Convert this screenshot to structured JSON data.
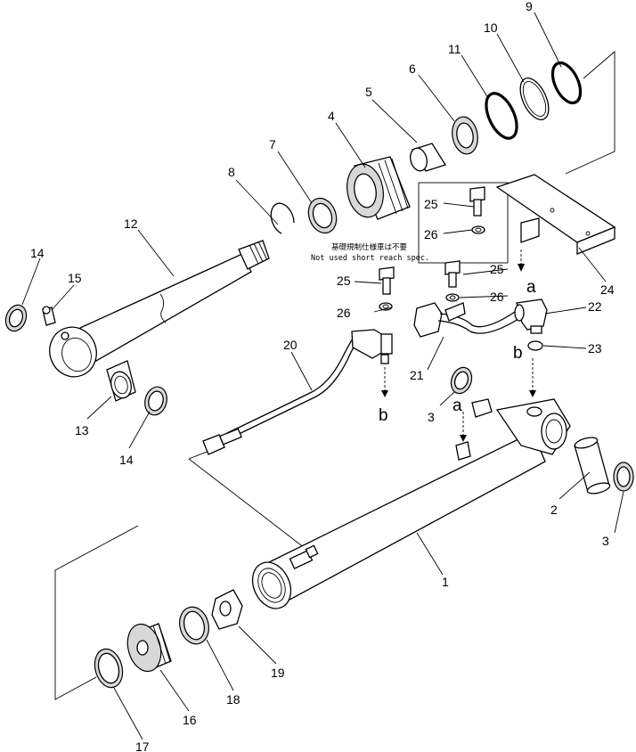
{
  "labels": {
    "p1": "1",
    "p2": "2",
    "p3a": "3",
    "p3b": "3",
    "p4": "4",
    "p5": "5",
    "p6": "6",
    "p7": "7",
    "p8": "8",
    "p9": "9",
    "p10": "10",
    "p11": "11",
    "p12": "12",
    "p13": "13",
    "p14a": "14",
    "p14b": "14",
    "p15": "15",
    "p16": "16",
    "p17": "17",
    "p18": "18",
    "p19": "19",
    "p20": "20",
    "p21": "21",
    "p22": "22",
    "p23": "23",
    "p24": "24",
    "p25a": "25",
    "p25b": "25",
    "p25c": "25",
    "p26a": "26",
    "p26b": "26",
    "p26c": "26"
  },
  "connectors": {
    "a_top": "a",
    "a_bottom": "a",
    "b_top": "b",
    "b_bottom": "b"
  },
  "note": {
    "jp": "基礎規制仕様車は不要",
    "en": "Not used short reach spec."
  }
}
